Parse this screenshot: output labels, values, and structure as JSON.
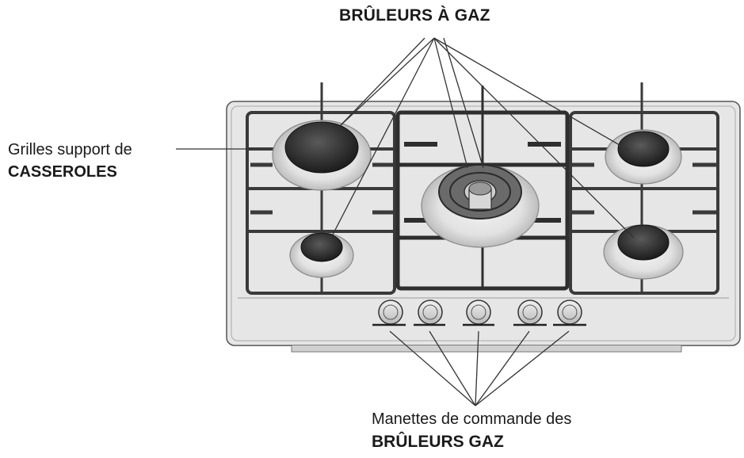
{
  "labels": {
    "burners": "BRÛLEURS À GAZ",
    "grilles_line1": "Grilles support de",
    "grilles_line2": "CASSEROLES",
    "knobs_line1": "Manettes de commande des",
    "knobs_line2": "BRÛLEURS GAZ"
  },
  "parts": {
    "burner_count": 5,
    "knob_count": 5
  },
  "colors": {
    "line": "#333333",
    "steel": "#d8d8d8",
    "grate": "#3a3a3a",
    "burner_cap": "#222222"
  }
}
